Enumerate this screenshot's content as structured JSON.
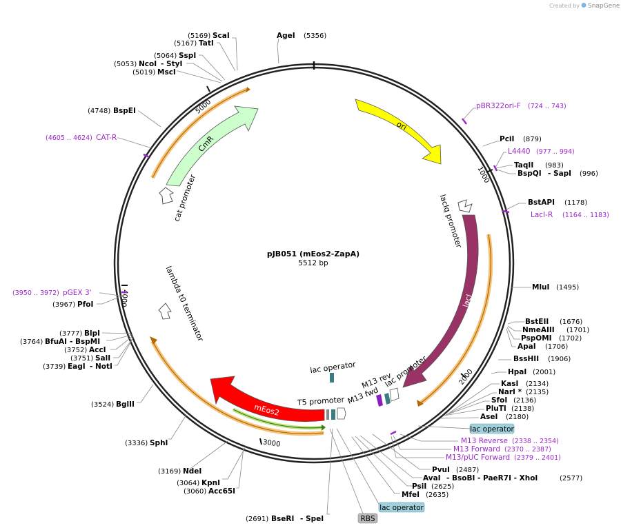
{
  "watermark": {
    "text": "Created by",
    "brand": "SnapGene"
  },
  "plasmid": {
    "name": "pJB051 (mEos2-ZapA)",
    "length": "5512 bp"
  },
  "tick_labels": [
    "1000",
    "2000",
    "3000",
    "4000",
    "5000"
  ],
  "features": {
    "ori": "ori",
    "laciq_promoter": "lacIq promoter",
    "laci": "lacI",
    "lac_promoter": "lac promoter",
    "lac_operator_inner": "lac operator",
    "m13_rev": "M13 rev",
    "m13_fwd": "M13 fwd",
    "t5_promoter": "T5 promoter",
    "meos2": "mEos2",
    "lambda_t0": "lambda t0 terminator",
    "cat_promoter": "cat promoter",
    "cmr": "CmR"
  },
  "boxed_labels": {
    "lac_operator_1": "lac operator",
    "lac_operator_2": "lac operator",
    "rbs": "RBS"
  },
  "sites_right": [
    {
      "name": "PciI",
      "pos": "(879)"
    },
    {
      "name": "TaqII",
      "pos": "(983)"
    },
    {
      "name": "BspQI",
      "sep": "- SapI",
      "pos": "(996)"
    },
    {
      "name": "BstAPI",
      "pos": "(1178)"
    },
    {
      "name": "MluI",
      "pos": "(1495)"
    },
    {
      "name": "BstEII",
      "pos": "(1676)"
    },
    {
      "name": "NmeAIII",
      "pos": "(1701)"
    },
    {
      "name": "PspOMI",
      "pos": "(1702)"
    },
    {
      "name": "ApaI",
      "pos": "(1706)"
    },
    {
      "name": "BssHII",
      "pos": "(1906)"
    },
    {
      "name": "HpaI",
      "pos": "(2001)"
    },
    {
      "name": "KasI",
      "pos": "(2134)"
    },
    {
      "name": "NarI *",
      "pos": "(2135)"
    },
    {
      "name": "SfoI",
      "pos": "(2136)"
    },
    {
      "name": "PluTI",
      "pos": "(2138)"
    },
    {
      "name": "AseI",
      "pos": "(2180)"
    }
  ],
  "sites_bottom": [
    {
      "name": "PvuI",
      "pos": "(2487)"
    },
    {
      "name": "AvaI",
      "sep": "- BsoBI - PaeR7I - XhoI",
      "pos": "(2577)"
    },
    {
      "name": "PsiI",
      "pos": "(2625)"
    },
    {
      "name": "MfeI",
      "pos": "(2635)"
    },
    {
      "pos": "(2691)",
      "name": "BseRI",
      "sep": "- SpeI"
    }
  ],
  "sites_left": [
    {
      "pos": "(5169)",
      "name": "ScaI"
    },
    {
      "pos": "(5167)",
      "name": "TatI"
    },
    {
      "pos": "(5064)",
      "name": "SspI"
    },
    {
      "pos": "(5053)",
      "name": "NcoI",
      "sep": "- StyI"
    },
    {
      "pos": "(5019)",
      "name": "MscI"
    },
    {
      "pos": "(4748)",
      "name": "BspEI"
    },
    {
      "pos": "(3967)",
      "name": "PfoI"
    },
    {
      "pos": "(3777)",
      "name": "BlpI"
    },
    {
      "pos": "(3764)",
      "name": "BfuAI",
      "sep": "- BspMI"
    },
    {
      "pos": "(3752)",
      "name": "AccI"
    },
    {
      "pos": "(3751)",
      "name": "SalI"
    },
    {
      "pos": "(3739)",
      "name": "EagI",
      "sep": "- NotI"
    },
    {
      "pos": "(3524)",
      "name": "BglII"
    },
    {
      "pos": "(3336)",
      "name": "SphI"
    },
    {
      "pos": "(3169)",
      "name": "NdeI"
    },
    {
      "pos": "(3064)",
      "name": "KpnI"
    },
    {
      "pos": "(3060)",
      "name": "Acc65I"
    }
  ],
  "site_top": {
    "name": "AgeI",
    "pos": "(5356)"
  },
  "primers": [
    {
      "name": "pBR322ori-F",
      "range": "(724 .. 743)"
    },
    {
      "name": "L4440",
      "range": "(977 .. 994)"
    },
    {
      "name": "LacI-R",
      "range": "(1164 .. 1183)"
    },
    {
      "name": "M13 Reverse",
      "range": "(2338 .. 2354)"
    },
    {
      "name": "M13 Forward",
      "range": "(2370 .. 2387)"
    },
    {
      "name": "M13/pUC Forward",
      "range": "(2379 .. 2401)"
    },
    {
      "name": "CAT-R",
      "range": "(4605 .. 4624)"
    },
    {
      "name": "pGEX 3'",
      "range": "(3950 .. 3972)"
    }
  ],
  "colors": {
    "ori": "#ffff00",
    "laci": "#993366",
    "meos2": "#ff0000",
    "cmr": "#ccffcc",
    "orf": "#f5a623",
    "green_orf": "#4a9c1e",
    "primer": "#9b27c9",
    "lacop": "#9fd0dc",
    "rbs": "#b8b8b8"
  }
}
